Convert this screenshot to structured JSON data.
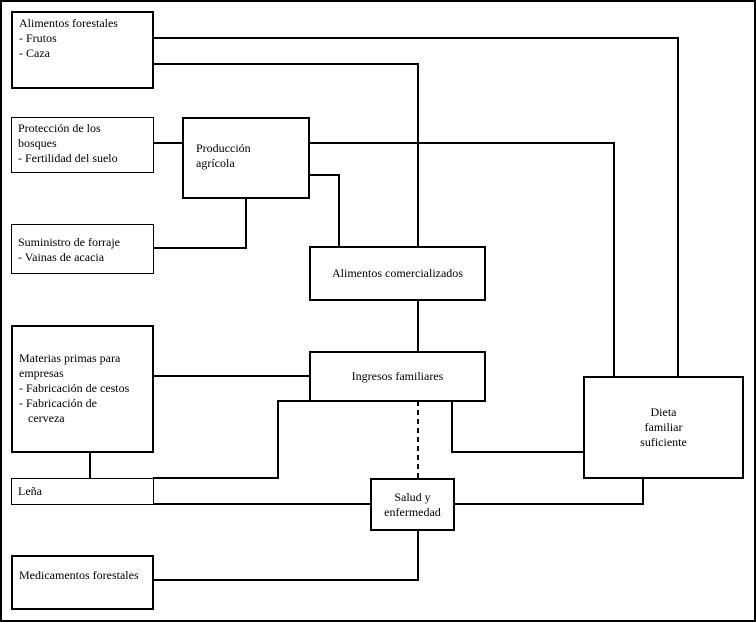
{
  "boxes": {
    "alimentos_forestales": {
      "lines": [
        "Alimentos forestales",
        "-  Frutos",
        "-  Caza"
      ]
    },
    "proteccion_bosques": {
      "lines": [
        "Protección de los",
        "bosques",
        "-  Fertilidad del suelo"
      ]
    },
    "produccion_agricola": {
      "lines": [
        "Producción",
        "agrícola"
      ]
    },
    "suministro_forraje": {
      "lines": [
        "Suministro de forraje",
        "-  Vainas de acacia"
      ]
    },
    "alimentos_comercializados": {
      "lines": [
        "Alimentos comercializados"
      ]
    },
    "materias_primas": {
      "lines": [
        "Materias primas para",
        "empresas",
        "-  Fabricación de cestos",
        "-  Fabricación de",
        "   cerveza"
      ]
    },
    "ingresos_familiares": {
      "lines": [
        "Ingresos familiares"
      ]
    },
    "dieta_familiar": {
      "lines": [
        "Dieta",
        "familiar",
        "suficiente"
      ]
    },
    "lena": {
      "lines": [
        "Leña"
      ]
    },
    "salud_enfermedad": {
      "lines": [
        "Salud y",
        "enfermedad"
      ]
    },
    "medicamentos_forestales": {
      "lines": [
        "Medicamentos forestales"
      ]
    }
  }
}
